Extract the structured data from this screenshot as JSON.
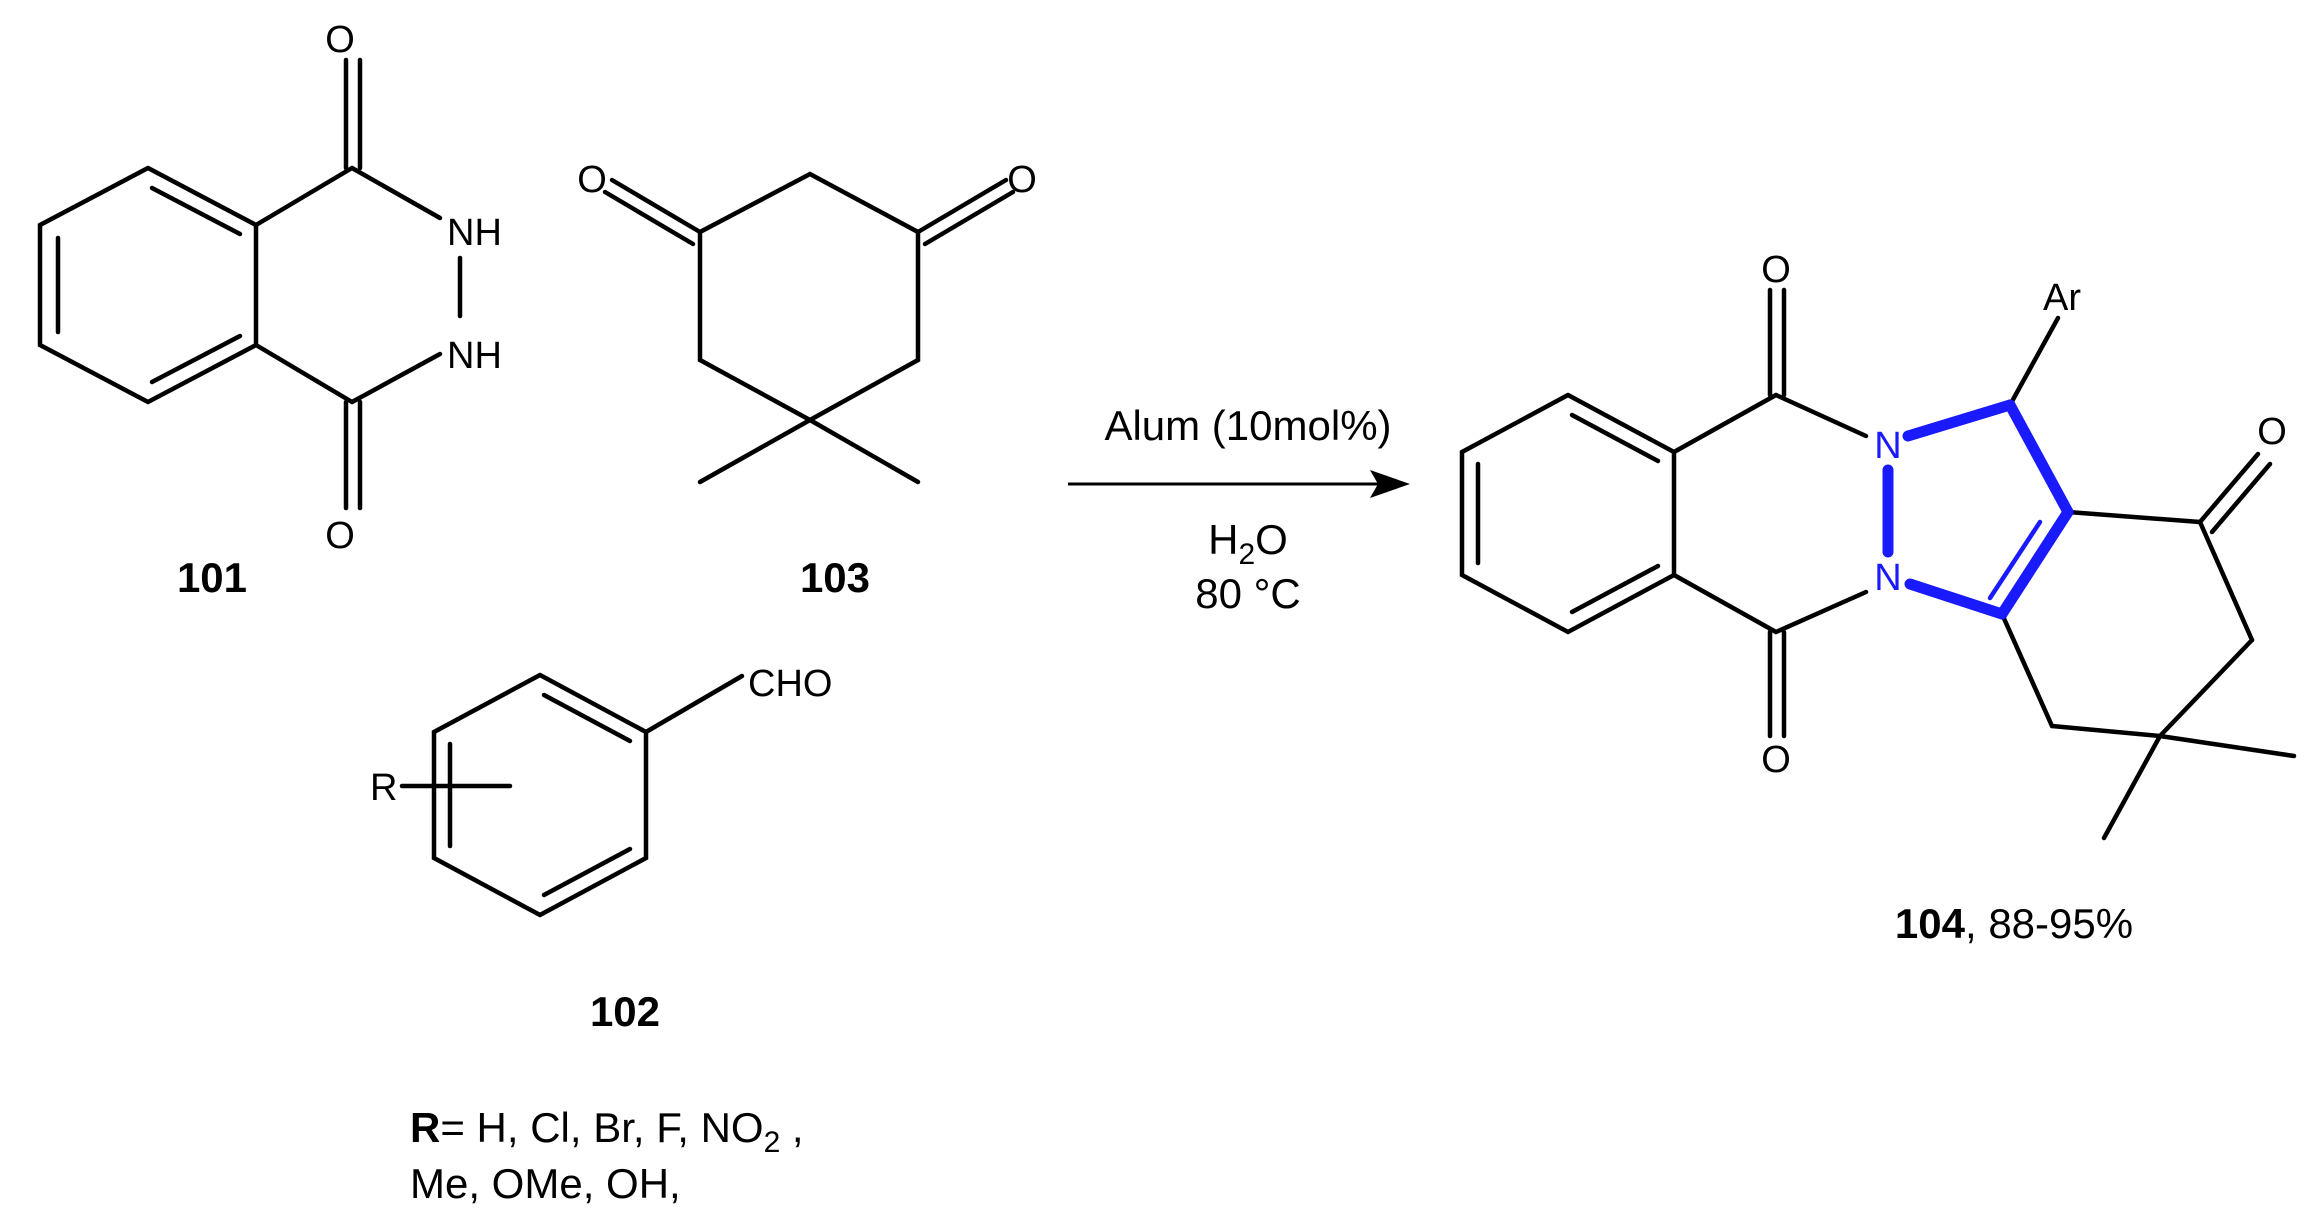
{
  "compounds": {
    "c101": {
      "number": "101"
    },
    "c102": {
      "number": "102"
    },
    "c103": {
      "number": "103"
    },
    "c104": {
      "number": "104",
      "yield": ", 88-95%"
    }
  },
  "atoms": {
    "O": "O",
    "NH": "NH",
    "N": "N",
    "CHO": "CHO",
    "R": "R",
    "Ar": "Ar"
  },
  "conditions": {
    "catalyst": "Alum (10mol%)",
    "solvent_main": "H",
    "solvent_sub": "2",
    "solvent_tail": "O",
    "temperature": "80 °C"
  },
  "substituents": {
    "label": "R",
    "line1": "= H, Cl, Br, F, NO",
    "line1_sub": "2",
    "line1_tail": " ,",
    "line2": "Me, OMe, OH,"
  },
  "colors": {
    "highlight": "#1a1aff",
    "bond": "#000000"
  }
}
